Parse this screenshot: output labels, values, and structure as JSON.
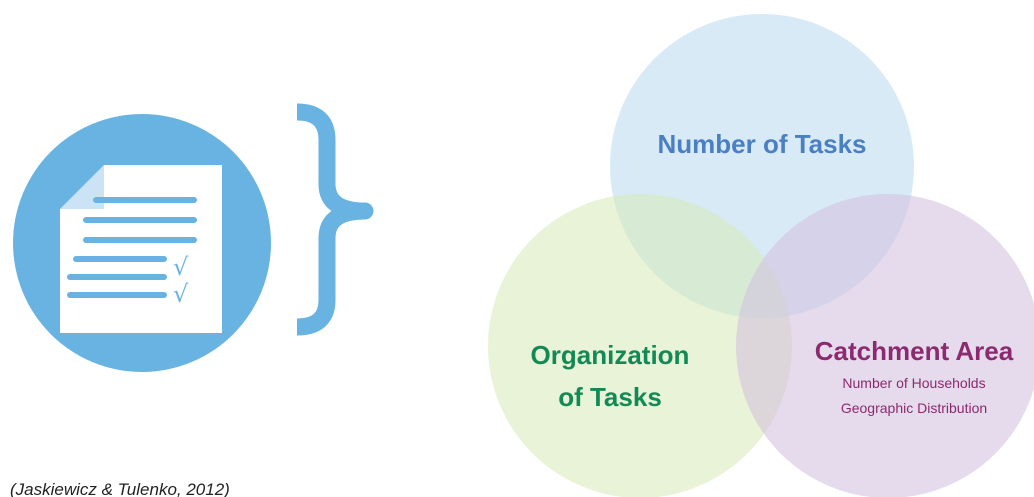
{
  "colors": {
    "icon_circle": "#69b3e3",
    "brace": "#69b3e3",
    "document": "#ffffff",
    "document_lines": "#69b3e3",
    "circle_tasks": "#b9d9f0",
    "circle_organization": "#d6e9b8",
    "circle_catchment": "#d2bede",
    "label_tasks": "#4a7fc2",
    "label_organization": "#138a56",
    "label_catchment": "#8b2a6e"
  },
  "icon": {
    "name": "document-checklist-icon",
    "checkmarks": [
      "√",
      "√"
    ]
  },
  "venn": {
    "number_of_tasks": {
      "title": "Number of Tasks"
    },
    "organization_of_tasks": {
      "line1": "Organization",
      "line2": "of Tasks"
    },
    "catchment_area": {
      "title": "Catchment Area",
      "sub1": "Number of Households",
      "sub2": "Geographic Distribution"
    }
  },
  "citation": "(Jaskiewicz & Tulenko, 2012)"
}
